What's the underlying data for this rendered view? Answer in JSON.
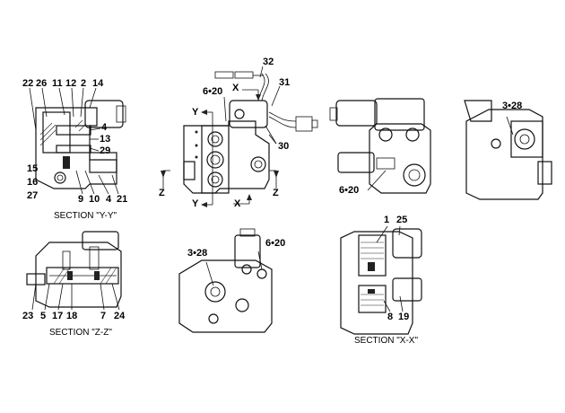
{
  "captions": {
    "section_yy": "SECTION \"Y-Y\"",
    "section_zz": "SECTION \"Z-Z\"",
    "section_xx": "SECTION \"X-X\""
  },
  "view_yy_labels": {
    "l22": "22",
    "l26": "26",
    "l11": "11",
    "l12": "12",
    "l2": "2",
    "l14": "14",
    "l4": "4",
    "l13": "13",
    "l29": "29",
    "l15": "15",
    "l16": "16",
    "l27": "27",
    "l9": "9",
    "l10": "10",
    "l4b": "4",
    "l21": "21"
  },
  "view_main_labels": {
    "l32": "32",
    "l6_20": "6•20",
    "l31": "31",
    "l30": "30",
    "y_top": "Y",
    "y_bottom": "Y",
    "x_top": "X",
    "x_bottom": "X",
    "z_left": "Z",
    "z_right": "Z"
  },
  "view_right_labels": {
    "l6_20": "6•20"
  },
  "view_far_right_labels": {
    "l3_28": "3•28"
  },
  "view_zz_labels": {
    "l23": "23",
    "l5": "5",
    "l17": "17",
    "l18": "18",
    "l7": "7",
    "l24": "24"
  },
  "view_bottom_mid_labels": {
    "l3_28": "3•28",
    "l6_20": "6•20"
  },
  "view_xx_labels": {
    "l1": "1",
    "l25": "25",
    "l8": "8",
    "l19": "19"
  }
}
